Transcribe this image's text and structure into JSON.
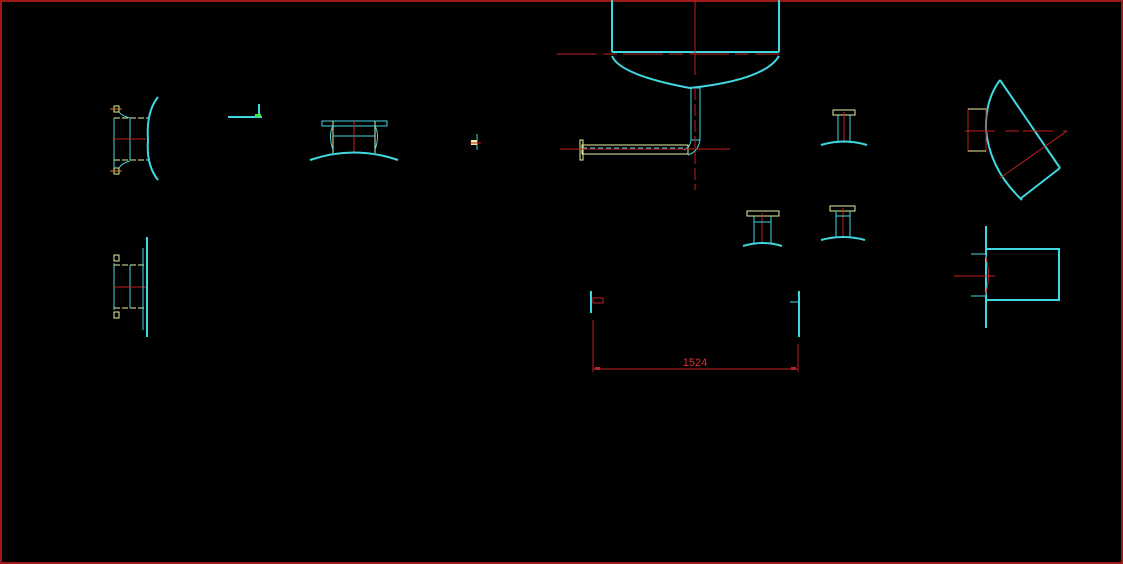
{
  "drawing": {
    "background": "#000000",
    "border_color": "#a01818",
    "colors": {
      "cyan": "#40d8e0",
      "yellow": "#e8f0a0",
      "green": "#40e040",
      "red": "#c02020",
      "orange": "#e08020"
    },
    "dimension": {
      "label": "1524"
    },
    "components": [
      "nozzle-flange-curved-left",
      "angle-bracket",
      "nozzle-on-shell-top",
      "small-fitting",
      "vessel-bottom-head-with-drain",
      "small-nozzle-right-1",
      "small-nozzle-right-2",
      "small-nozzle-right-3",
      "angled-nozzle",
      "rect-nozzle-on-shell",
      "nozzle-flange-straight-left",
      "dimensioned-plates"
    ]
  }
}
